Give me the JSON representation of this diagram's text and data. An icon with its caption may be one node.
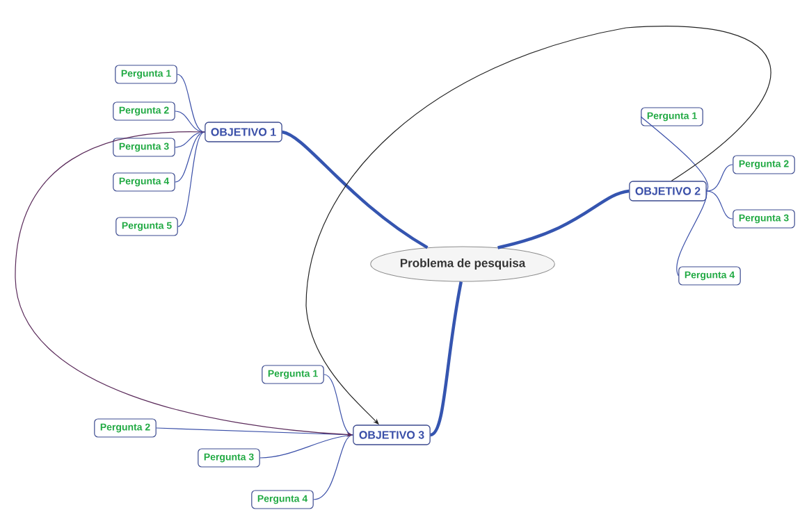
{
  "diagram": {
    "nodes": [
      {
        "text": [
          "Problema de pesquisa"
        ]
      },
      {
        "text": [
          "OBJETIVO 1"
        ]
      },
      {
        "text": [
          "Pergunta 1"
        ]
      },
      {
        "text": [
          "Pergunta 2"
        ]
      },
      {
        "text": [
          "Pergunta 3"
        ]
      },
      {
        "text": [
          "Pergunta 4"
        ]
      },
      {
        "text": [
          "Pergunta 5"
        ]
      },
      {
        "text": [
          "OBJETIVO 2"
        ]
      },
      {
        "text": [
          "Pergunta 1"
        ]
      },
      {
        "text": [
          "Pergunta 2"
        ]
      },
      {
        "text": [
          "Pergunta 3"
        ]
      },
      {
        "text": [
          "Pergunta 4"
        ]
      },
      {
        "text": [
          "OBJETIVO 3"
        ]
      },
      {
        "text": [
          "Pergunta 1"
        ]
      },
      {
        "text": [
          "Pergunta 2"
        ]
      },
      {
        "text": [
          "Pergunta 3"
        ]
      },
      {
        "text": [
          "Pergunta 4"
        ]
      }
    ],
    "edges": [
      {
        "from": 0,
        "to": 1,
        "arrow": "none",
        "style": "thick"
      },
      {
        "from": 0,
        "to": 7,
        "arrow": "none",
        "style": "thick"
      },
      {
        "from": 0,
        "to": 12,
        "arrow": "none",
        "style": "thick"
      },
      {
        "from": 1,
        "to": 2,
        "arrow": "none"
      },
      {
        "from": 1,
        "to": 3,
        "arrow": "none"
      },
      {
        "from": 1,
        "to": 4,
        "arrow": "none"
      },
      {
        "from": 1,
        "to": 5,
        "arrow": "none"
      },
      {
        "from": 1,
        "to": 6,
        "arrow": "none"
      },
      {
        "from": 7,
        "to": 8,
        "arrow": "none"
      },
      {
        "from": 7,
        "to": 9,
        "arrow": "none"
      },
      {
        "from": 7,
        "to": 10,
        "arrow": "none"
      },
      {
        "from": 7,
        "to": 11,
        "arrow": "none"
      },
      {
        "from": 12,
        "to": 13,
        "arrow": "none"
      },
      {
        "from": 12,
        "to": 14,
        "arrow": "none"
      },
      {
        "from": 12,
        "to": 15,
        "arrow": "none"
      },
      {
        "from": 12,
        "to": 16,
        "arrow": "none"
      },
      {
        "from": 7,
        "to": 12,
        "arrow": "to",
        "color": "#222222"
      },
      {
        "from": 1,
        "to": 12,
        "arrow": "to",
        "color": "#5a2a5a"
      }
    ]
  }
}
